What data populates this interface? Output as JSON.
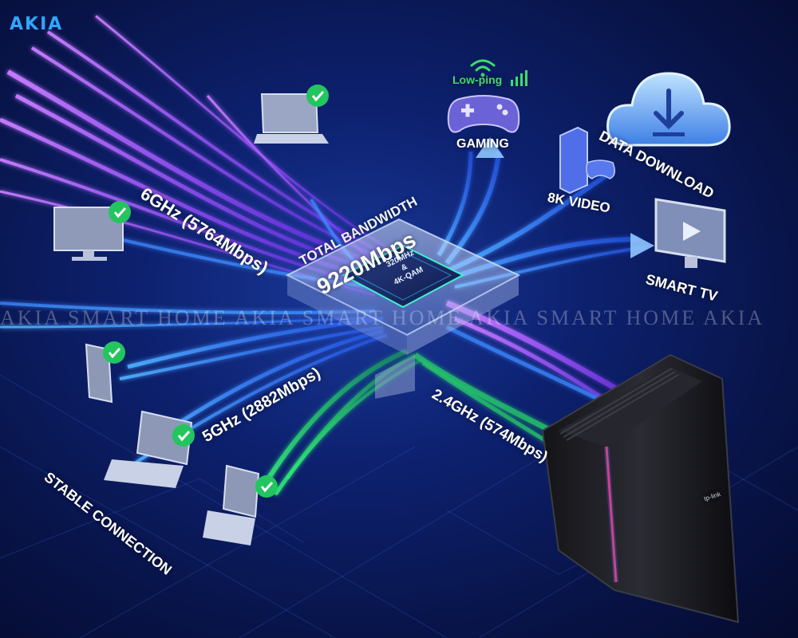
{
  "brand": {
    "logo_text": "AKIA"
  },
  "watermark": {
    "text": "AKIA SMART HOME AKIA SMART HOME AKIA SMART HOME AKIA"
  },
  "bands": {
    "band_6ghz": "6GHz (5764Mbps)",
    "band_5ghz": "5GHz (2882Mbps)",
    "band_24ghz": "2.4GHz (574Mbps)"
  },
  "hub": {
    "total_label": "TOTAL BANDWIDTH",
    "total_value": "9220Mbps",
    "chip_line1": "320MHz",
    "chip_line2": "&",
    "chip_line3": "4K-QAM"
  },
  "features": {
    "low_ping": "Low-ping",
    "gaming": "GAMING",
    "video_8k": "8K VIDEO",
    "data_download": "DATA DOWNLOAD",
    "smart_tv": "SMART TV",
    "stable_connection": "STABLE CONNECTION"
  },
  "router": {
    "logo_text": "tp-link"
  },
  "colors": {
    "band_6ghz": "#b04cff",
    "band_5ghz": "#3a8cff",
    "band_24ghz": "#2fe27a",
    "check": "#22c55e",
    "accent": "#2ea7ff"
  },
  "icons": [
    "laptop-icon",
    "monitor-icon",
    "tablet-icon",
    "check-icon",
    "gamepad-icon",
    "wifi-icon",
    "cloud-download-icon",
    "console-icon",
    "tv-icon",
    "chip-icon",
    "router-icon"
  ]
}
